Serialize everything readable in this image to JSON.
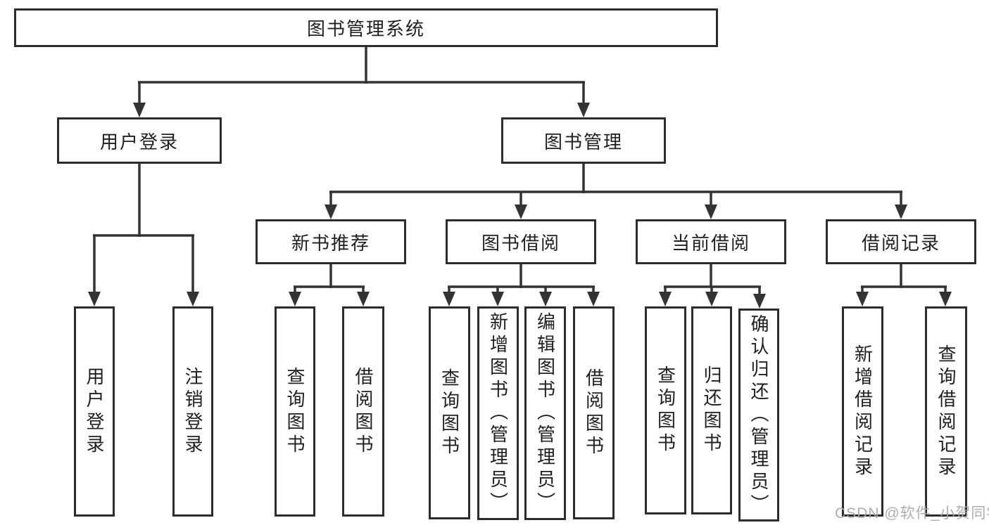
{
  "diagram": {
    "root": "图书管理系统",
    "branches": [
      {
        "label": "用户登录",
        "children": [
          {
            "label": "用户登录"
          },
          {
            "label": "注销登录"
          }
        ]
      },
      {
        "label": "图书管理",
        "children": [
          {
            "label": "新书推荐",
            "children": [
              {
                "label": "查询图书"
              },
              {
                "label": "借阅图书"
              }
            ]
          },
          {
            "label": "图书借阅",
            "children": [
              {
                "label": "查询图书"
              },
              {
                "label": "新增图书（管理员）"
              },
              {
                "label": "编辑图书（管理员）"
              },
              {
                "label": "借阅图书"
              }
            ]
          },
          {
            "label": "当前借阅",
            "children": [
              {
                "label": "查询图书"
              },
              {
                "label": "归还图书"
              },
              {
                "label": "确认归还（管理员）"
              }
            ]
          },
          {
            "label": "借阅记录",
            "children": [
              {
                "label": "新增借阅记录"
              },
              {
                "label": "查询借阅记录"
              }
            ]
          }
        ]
      }
    ]
  },
  "watermark": {
    "text": "CSDN @软件_小贺同学",
    "color": "#a8a8a8"
  },
  "colors": {
    "background": "#ffffff",
    "line": "#333333",
    "box_border": "#2d2d2d",
    "box_fill": "#ffffff",
    "text": "#1f1f1f"
  }
}
